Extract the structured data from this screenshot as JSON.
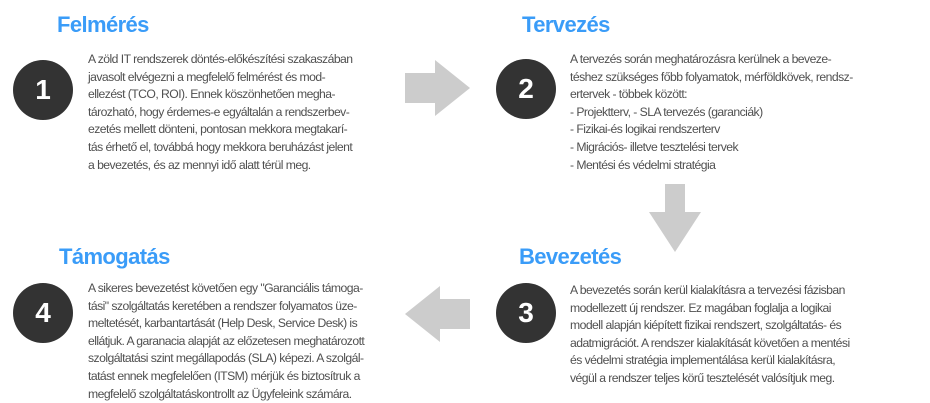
{
  "steps": [
    {
      "number": "1",
      "title": "Felmérés",
      "lines": [
        "A zöld IT rendszerek döntés-előkészítési szakaszában",
        "javasolt elvégezni a megfelelő felmérést és mod-",
        "ellezést (TCO, ROI). Ennek köszönhetően megha-",
        "tározható, hogy érdemes-e egyáltalán a rendszerbev-",
        "ezetés mellett dönteni, pontosan mekkora megtakarí-",
        "tás érhető el, továbbá hogy mekkora beruházást jelent",
        "a bevezetés, és az mennyi idő alatt térül meg."
      ]
    },
    {
      "number": "2",
      "title": "Tervezés",
      "lines": [
        "A tervezés során meghatározásra kerülnek a beveze-",
        "téshez szükséges főbb folyamatok, mérföldkövek, rendsz-",
        "ertervek - többek között:",
        "- Projektterv, - SLA tervezés  (garanciák)",
        "- Fizikai-és logikai rendszerterv",
        "- Migrációs- illetve tesztelési tervek",
        "- Mentési és védelmi stratégia"
      ]
    },
    {
      "number": "3",
      "title": "Bevezetés",
      "lines": [
        "A bevezetés során kerül kialakításra a tervezési fázisban",
        "modellezett új rendszer. Ez magában foglalja a logikai",
        "modell alapján kiépített fizikai rendszert, szolgáltatás- és",
        "adatmigrációt. A rendszer kialakítását követően a mentési",
        "és védelmi stratégia implementálása kerül kialakításra,",
        "végül a rendszer teljes körű tesztelését valósítjuk meg."
      ]
    },
    {
      "number": "4",
      "title": "Támogatás",
      "lines": [
        "A sikeres bevezetést követően egy \"Garanciális támoga-",
        "tási\" szolgáltatás keretében a rendszer folyamatos üze-",
        "meltetését, karbantartását (Help Desk, Service Desk) is",
        "ellátjuk. A garanacia alapját az előzetesen meghatározott",
        "szolgáltatási szint megállapodás (SLA) képezi. A szolgál-",
        "tatást ennek megfelelően (ITSM) mérjük és biztosítruk a",
        "megfelelő szolgáltatáskontrollt az Ügyfeleink számára."
      ]
    }
  ],
  "colors": {
    "title": "#3a9cf8",
    "circle": "#333333",
    "arrow": "#cccccc",
    "text": "#505050"
  }
}
